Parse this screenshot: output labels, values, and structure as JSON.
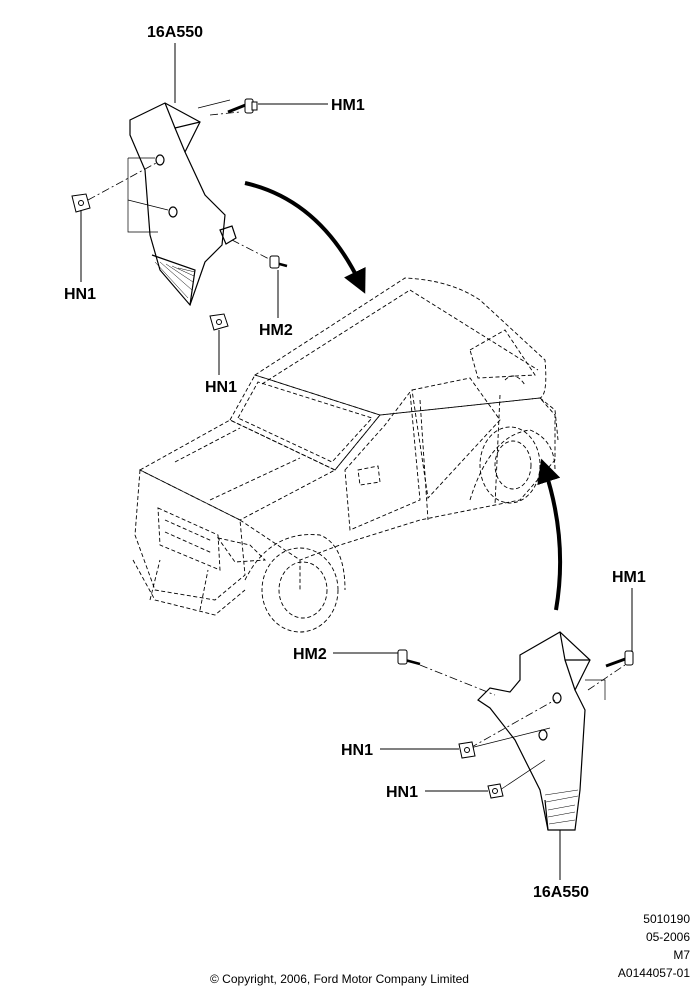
{
  "labels": {
    "part_top": "16A550",
    "part_bottom": "16A550",
    "hm1_top": "HM1",
    "hm1_bottom": "HM1",
    "hm2_top": "HM2",
    "hm2_bottom": "HM2",
    "hn1_left": "HN1",
    "hn1_top_lower": "HN1",
    "hn1_bottom_upper": "HN1",
    "hn1_bottom_lower": "HN1"
  },
  "meta": {
    "code1": "5010190",
    "date": "05-2006",
    "model": "M7",
    "ref": "A0144057-01"
  },
  "copyright": "© Copyright, 2006, Ford Motor Company Limited"
}
